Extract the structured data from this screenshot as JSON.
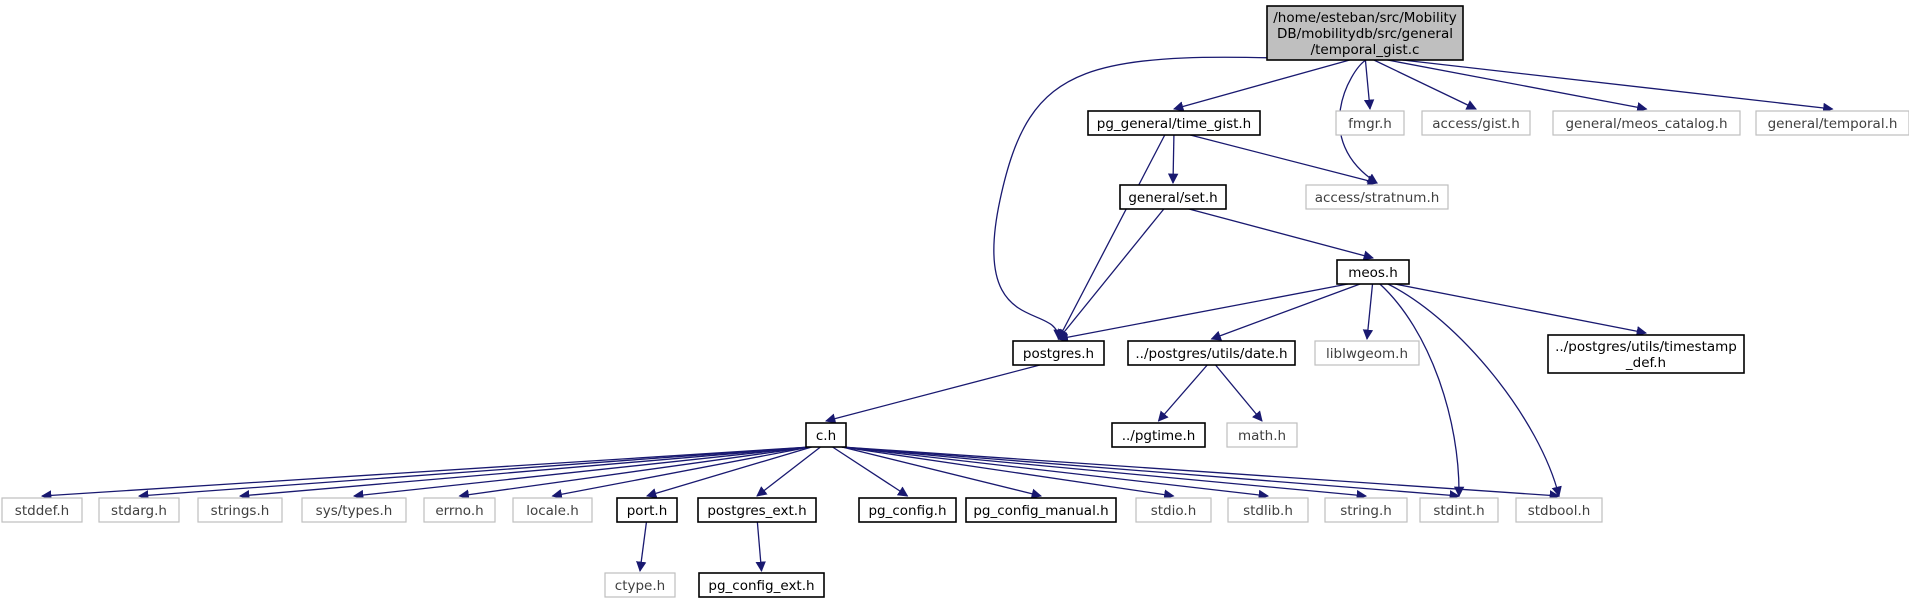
{
  "colors": {
    "edge": "#191970",
    "root_fill": "#bfbfbf",
    "documented_border": "#000000",
    "undocumented_border": "#bfbfbf"
  },
  "nodes": [
    {
      "id": "root",
      "lines": [
        "/home/esteban/src/Mobility",
        "DB/mobilitydb/src/general",
        "/temporal_gist.c"
      ],
      "style": "root"
    },
    {
      "id": "time_gist",
      "lines": [
        "pg_general/time_gist.h"
      ],
      "style": "black"
    },
    {
      "id": "fmgr",
      "lines": [
        "fmgr.h"
      ],
      "style": "gray"
    },
    {
      "id": "access_gist",
      "lines": [
        "access/gist.h"
      ],
      "style": "gray"
    },
    {
      "id": "meos_catalog",
      "lines": [
        "general/meos_catalog.h"
      ],
      "style": "gray"
    },
    {
      "id": "temporal",
      "lines": [
        "general/temporal.h"
      ],
      "style": "gray"
    },
    {
      "id": "general_set",
      "lines": [
        "general/set.h"
      ],
      "style": "black"
    },
    {
      "id": "stratnum",
      "lines": [
        "access/stratnum.h"
      ],
      "style": "gray"
    },
    {
      "id": "meos",
      "lines": [
        "meos.h"
      ],
      "style": "black"
    },
    {
      "id": "postgres",
      "lines": [
        "postgres.h"
      ],
      "style": "black"
    },
    {
      "id": "date",
      "lines": [
        "../postgres/utils/date.h"
      ],
      "style": "black"
    },
    {
      "id": "liblwgeom",
      "lines": [
        "liblwgeom.h"
      ],
      "style": "gray"
    },
    {
      "id": "timestamp_def",
      "lines": [
        "../postgres/utils/timestamp",
        "_def.h"
      ],
      "style": "black"
    },
    {
      "id": "c",
      "lines": [
        "c.h"
      ],
      "style": "black"
    },
    {
      "id": "pgtime",
      "lines": [
        "../pgtime.h"
      ],
      "style": "black"
    },
    {
      "id": "math",
      "lines": [
        "math.h"
      ],
      "style": "gray"
    },
    {
      "id": "stddef",
      "lines": [
        "stddef.h"
      ],
      "style": "gray"
    },
    {
      "id": "stdarg",
      "lines": [
        "stdarg.h"
      ],
      "style": "gray"
    },
    {
      "id": "strings",
      "lines": [
        "strings.h"
      ],
      "style": "gray"
    },
    {
      "id": "sys_types",
      "lines": [
        "sys/types.h"
      ],
      "style": "gray"
    },
    {
      "id": "errno",
      "lines": [
        "errno.h"
      ],
      "style": "gray"
    },
    {
      "id": "locale",
      "lines": [
        "locale.h"
      ],
      "style": "gray"
    },
    {
      "id": "port",
      "lines": [
        "port.h"
      ],
      "style": "black"
    },
    {
      "id": "postgres_ext",
      "lines": [
        "postgres_ext.h"
      ],
      "style": "black"
    },
    {
      "id": "pg_config",
      "lines": [
        "pg_config.h"
      ],
      "style": "black"
    },
    {
      "id": "pg_config_manual",
      "lines": [
        "pg_config_manual.h"
      ],
      "style": "black"
    },
    {
      "id": "stdio",
      "lines": [
        "stdio.h"
      ],
      "style": "gray"
    },
    {
      "id": "stdlib",
      "lines": [
        "stdlib.h"
      ],
      "style": "gray"
    },
    {
      "id": "string",
      "lines": [
        "string.h"
      ],
      "style": "gray"
    },
    {
      "id": "stdint",
      "lines": [
        "stdint.h"
      ],
      "style": "gray"
    },
    {
      "id": "stdbool",
      "lines": [
        "stdbool.h"
      ],
      "style": "gray"
    },
    {
      "id": "ctype",
      "lines": [
        "ctype.h"
      ],
      "style": "gray"
    },
    {
      "id": "pg_config_ext",
      "lines": [
        "pg_config_ext.h"
      ],
      "style": "black"
    }
  ],
  "edges": [
    [
      "root",
      "postgres"
    ],
    [
      "root",
      "time_gist"
    ],
    [
      "root",
      "stratnum"
    ],
    [
      "root",
      "fmgr"
    ],
    [
      "root",
      "access_gist"
    ],
    [
      "root",
      "meos_catalog"
    ],
    [
      "root",
      "temporal"
    ],
    [
      "time_gist",
      "postgres"
    ],
    [
      "time_gist",
      "general_set"
    ],
    [
      "time_gist",
      "stratnum"
    ],
    [
      "general_set",
      "postgres"
    ],
    [
      "general_set",
      "meos"
    ],
    [
      "meos",
      "postgres"
    ],
    [
      "meos",
      "date"
    ],
    [
      "meos",
      "liblwgeom"
    ],
    [
      "meos",
      "timestamp_def"
    ],
    [
      "meos",
      "stdint"
    ],
    [
      "meos",
      "stdbool"
    ],
    [
      "postgres",
      "c"
    ],
    [
      "date",
      "pgtime"
    ],
    [
      "date",
      "math"
    ],
    [
      "c",
      "stddef"
    ],
    [
      "c",
      "stdarg"
    ],
    [
      "c",
      "strings"
    ],
    [
      "c",
      "sys_types"
    ],
    [
      "c",
      "errno"
    ],
    [
      "c",
      "locale"
    ],
    [
      "c",
      "port"
    ],
    [
      "c",
      "postgres_ext"
    ],
    [
      "c",
      "pg_config"
    ],
    [
      "c",
      "pg_config_manual"
    ],
    [
      "c",
      "stdio"
    ],
    [
      "c",
      "stdlib"
    ],
    [
      "c",
      "string"
    ],
    [
      "c",
      "stdint"
    ],
    [
      "c",
      "stdbool"
    ],
    [
      "port",
      "ctype"
    ],
    [
      "postgres_ext",
      "pg_config_ext"
    ]
  ]
}
